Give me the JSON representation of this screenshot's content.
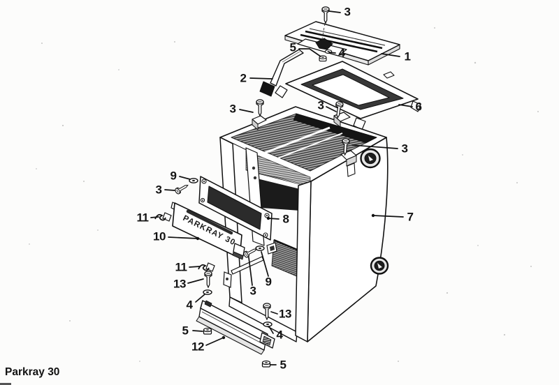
{
  "figure": {
    "caption": "Parkray 30",
    "panel_text": "PARKRAY 30",
    "callouts": [
      {
        "part": "3"
      },
      {
        "part": "1"
      },
      {
        "part": "5"
      },
      {
        "part": "4"
      },
      {
        "part": "2"
      },
      {
        "part": "6"
      },
      {
        "part": "3"
      },
      {
        "part": "3"
      },
      {
        "part": "3"
      },
      {
        "part": "7"
      },
      {
        "part": "9"
      },
      {
        "part": "3"
      },
      {
        "part": "11"
      },
      {
        "part": "10"
      },
      {
        "part": "8"
      },
      {
        "part": "11"
      },
      {
        "part": "13"
      },
      {
        "part": "9"
      },
      {
        "part": "3"
      },
      {
        "part": "4"
      },
      {
        "part": "13"
      },
      {
        "part": "4"
      },
      {
        "part": "5"
      },
      {
        "part": "12"
      },
      {
        "part": "5"
      }
    ]
  }
}
